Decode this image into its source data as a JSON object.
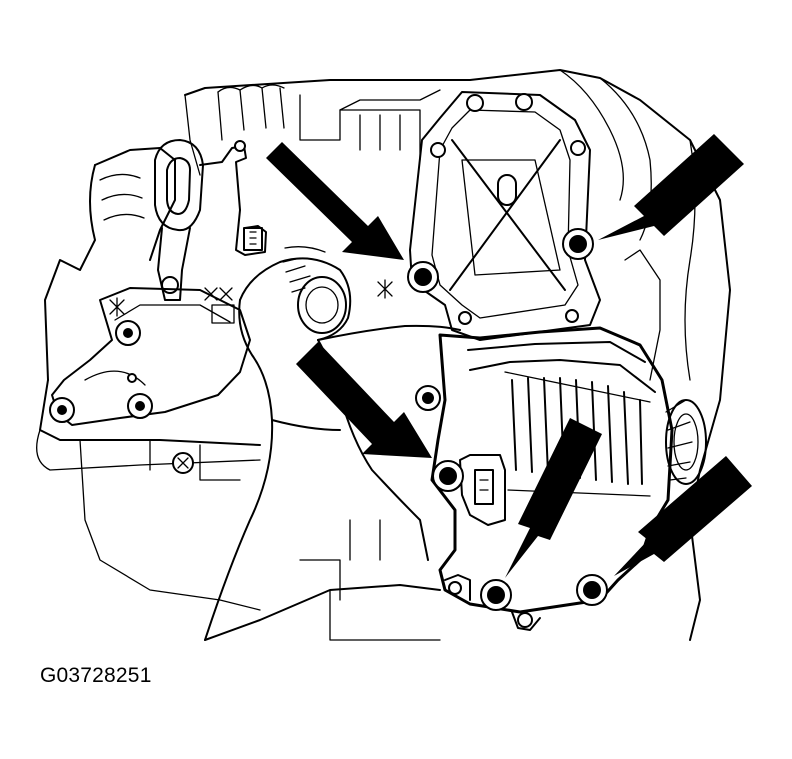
{
  "figure": {
    "id_label": "G03728251",
    "colors": {
      "line": "#000000",
      "background": "#ffffff"
    },
    "callouts": [
      {
        "name": "upper-left-bracket-bolt",
        "icon": "arrow-icon"
      },
      {
        "name": "upper-right-bracket-bolt",
        "icon": "arrow-icon"
      },
      {
        "name": "left-alternator-mount-bolt",
        "icon": "arrow-icon"
      },
      {
        "name": "lower-center-alternator-bolt",
        "icon": "arrow-icon"
      },
      {
        "name": "lower-right-alternator-bolt",
        "icon": "arrow-icon"
      }
    ]
  }
}
